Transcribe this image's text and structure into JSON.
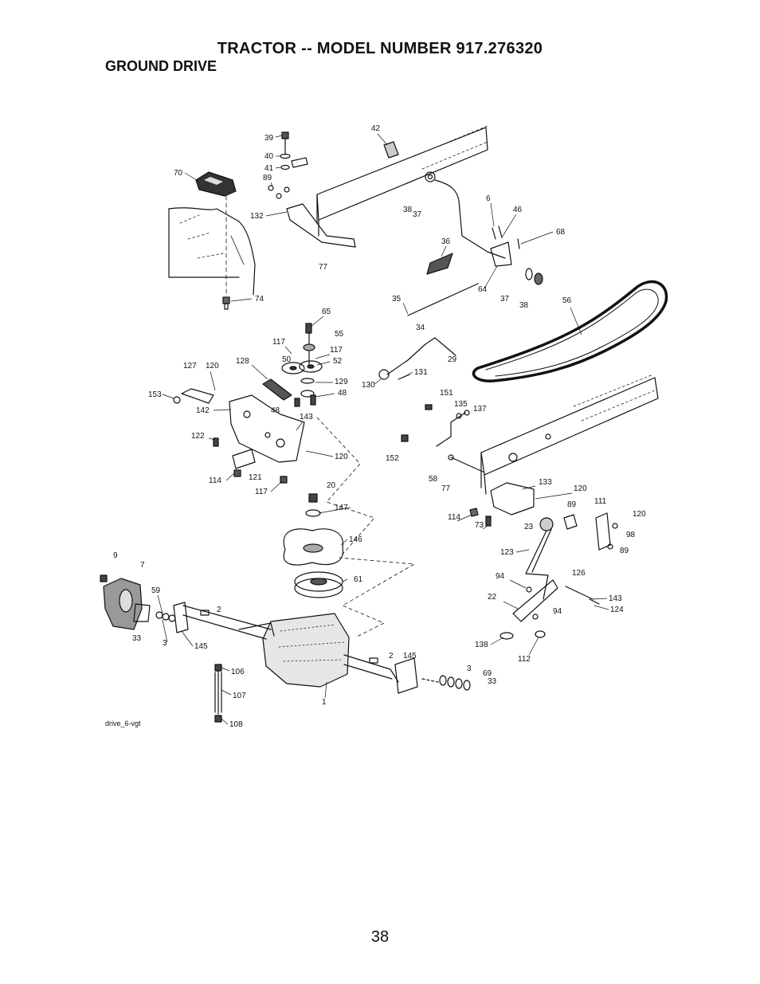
{
  "header": {
    "title": "TRACTOR -- MODEL NUMBER 917.276320",
    "section": "GROUND DRIVE"
  },
  "diagram": {
    "reference": "drive_6-vgt",
    "callouts": [
      {
        "id": "c39",
        "text": "39"
      },
      {
        "id": "c40",
        "text": "40"
      },
      {
        "id": "c41",
        "text": "41"
      },
      {
        "id": "c42",
        "text": "42"
      },
      {
        "id": "c70",
        "text": "70"
      },
      {
        "id": "c89a",
        "text": "89"
      },
      {
        "id": "c132",
        "text": "132"
      },
      {
        "id": "c38a",
        "text": "38"
      },
      {
        "id": "c37a",
        "text": "37"
      },
      {
        "id": "c6",
        "text": "6"
      },
      {
        "id": "c46",
        "text": "46"
      },
      {
        "id": "c68",
        "text": "68"
      },
      {
        "id": "c36",
        "text": "36"
      },
      {
        "id": "c77a",
        "text": "77"
      },
      {
        "id": "c64",
        "text": "64"
      },
      {
        "id": "c37b",
        "text": "37"
      },
      {
        "id": "c38b",
        "text": "38"
      },
      {
        "id": "c56",
        "text": "56"
      },
      {
        "id": "c74",
        "text": "74"
      },
      {
        "id": "c35",
        "text": "35"
      },
      {
        "id": "c65",
        "text": "65"
      },
      {
        "id": "c34",
        "text": "34"
      },
      {
        "id": "c55",
        "text": "55"
      },
      {
        "id": "c117a",
        "text": "117"
      },
      {
        "id": "c117b",
        "text": "117"
      },
      {
        "id": "c50",
        "text": "50"
      },
      {
        "id": "c52",
        "text": "52"
      },
      {
        "id": "c128",
        "text": "128"
      },
      {
        "id": "c127",
        "text": "127"
      },
      {
        "id": "c120a",
        "text": "120"
      },
      {
        "id": "c29",
        "text": "29"
      },
      {
        "id": "c131",
        "text": "131"
      },
      {
        "id": "c130",
        "text": "130"
      },
      {
        "id": "c129",
        "text": "129"
      },
      {
        "id": "c48a",
        "text": "48"
      },
      {
        "id": "c48b",
        "text": "48"
      },
      {
        "id": "c153",
        "text": "153"
      },
      {
        "id": "c142",
        "text": "142"
      },
      {
        "id": "c143a",
        "text": "143"
      },
      {
        "id": "c151",
        "text": "151"
      },
      {
        "id": "c135",
        "text": "135"
      },
      {
        "id": "c137",
        "text": "137"
      },
      {
        "id": "c122",
        "text": "122"
      },
      {
        "id": "c152",
        "text": "152"
      },
      {
        "id": "c120b",
        "text": "120"
      },
      {
        "id": "c114a",
        "text": "114"
      },
      {
        "id": "c121",
        "text": "121"
      },
      {
        "id": "c117c",
        "text": "117"
      },
      {
        "id": "c58",
        "text": "58"
      },
      {
        "id": "c77b",
        "text": "77"
      },
      {
        "id": "c133",
        "text": "133"
      },
      {
        "id": "c120c",
        "text": "120"
      },
      {
        "id": "c20",
        "text": "20"
      },
      {
        "id": "c89b",
        "text": "89"
      },
      {
        "id": "c111",
        "text": "111"
      },
      {
        "id": "c120d",
        "text": "120"
      },
      {
        "id": "c147",
        "text": "147"
      },
      {
        "id": "c114b",
        "text": "114"
      },
      {
        "id": "c73",
        "text": "73"
      },
      {
        "id": "c23",
        "text": "23"
      },
      {
        "id": "c98",
        "text": "98"
      },
      {
        "id": "c146",
        "text": "146"
      },
      {
        "id": "c89c",
        "text": "89"
      },
      {
        "id": "c9",
        "text": "9"
      },
      {
        "id": "c7",
        "text": "7"
      },
      {
        "id": "c123",
        "text": "123"
      },
      {
        "id": "c61",
        "text": "61"
      },
      {
        "id": "c94a",
        "text": "94"
      },
      {
        "id": "c126",
        "text": "126"
      },
      {
        "id": "c59",
        "text": "59"
      },
      {
        "id": "c22",
        "text": "22"
      },
      {
        "id": "c143b",
        "text": "143"
      },
      {
        "id": "c124",
        "text": "124"
      },
      {
        "id": "c2a",
        "text": "2"
      },
      {
        "id": "c94b",
        "text": "94"
      },
      {
        "id": "c33a",
        "text": "33"
      },
      {
        "id": "c3a",
        "text": "3"
      },
      {
        "id": "c145a",
        "text": "145"
      },
      {
        "id": "c138",
        "text": "138"
      },
      {
        "id": "c112",
        "text": "112"
      },
      {
        "id": "c2b",
        "text": "2"
      },
      {
        "id": "c145b",
        "text": "145"
      },
      {
        "id": "c106",
        "text": "106"
      },
      {
        "id": "c3b",
        "text": "3"
      },
      {
        "id": "c69",
        "text": "69"
      },
      {
        "id": "c33b",
        "text": "33"
      },
      {
        "id": "c107",
        "text": "107"
      },
      {
        "id": "c1",
        "text": "1"
      },
      {
        "id": "c108",
        "text": "108"
      }
    ]
  },
  "footer": {
    "page_number": "38"
  }
}
